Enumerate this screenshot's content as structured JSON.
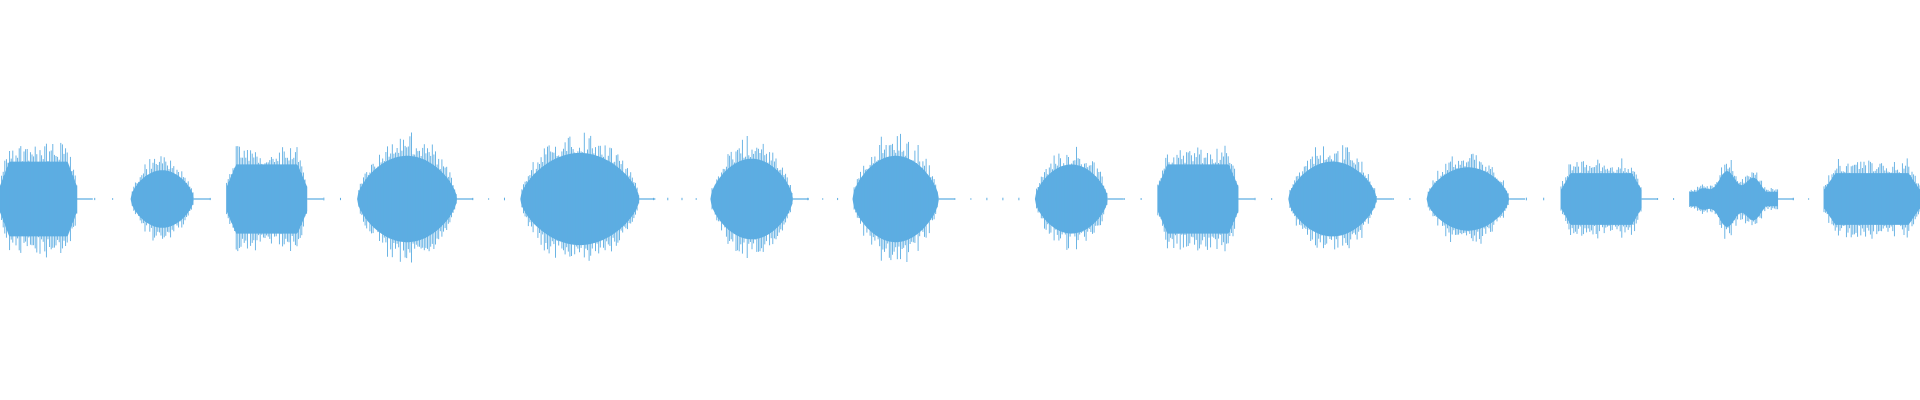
{
  "waveform": {
    "color": "#5dade2",
    "background": "#ffffff",
    "segments": [
      {
        "start": 0.0,
        "end": 0.04,
        "amp": 0.13,
        "envelope": "plateau"
      },
      {
        "start": 0.068,
        "end": 0.101,
        "amp": 0.1,
        "envelope": "oval"
      },
      {
        "start": 0.118,
        "end": 0.16,
        "amp": 0.12,
        "envelope": "plateau"
      },
      {
        "start": 0.186,
        "end": 0.238,
        "amp": 0.15,
        "envelope": "oval"
      },
      {
        "start": 0.271,
        "end": 0.333,
        "amp": 0.16,
        "envelope": "oval"
      },
      {
        "start": 0.37,
        "end": 0.413,
        "amp": 0.14,
        "envelope": "oval"
      },
      {
        "start": 0.444,
        "end": 0.489,
        "amp": 0.15,
        "envelope": "oval"
      },
      {
        "start": 0.539,
        "end": 0.577,
        "amp": 0.12,
        "envelope": "oval"
      },
      {
        "start": 0.603,
        "end": 0.645,
        "amp": 0.12,
        "envelope": "plateau"
      },
      {
        "start": 0.671,
        "end": 0.717,
        "amp": 0.13,
        "envelope": "oval"
      },
      {
        "start": 0.743,
        "end": 0.786,
        "amp": 0.11,
        "envelope": "oval"
      },
      {
        "start": 0.813,
        "end": 0.855,
        "amp": 0.09,
        "envelope": "plateau"
      },
      {
        "start": 0.88,
        "end": 0.926,
        "amp": 0.1,
        "envelope": "wavy"
      },
      {
        "start": 0.95,
        "end": 1.0,
        "amp": 0.09,
        "envelope": "plateau"
      }
    ]
  }
}
